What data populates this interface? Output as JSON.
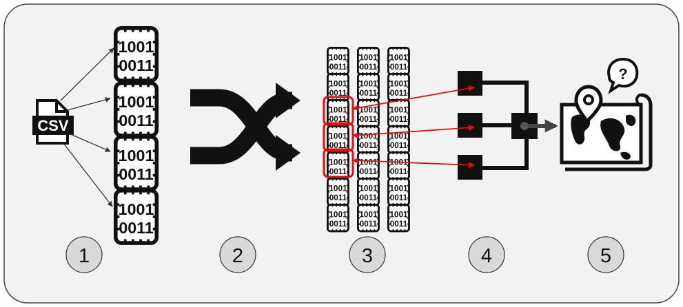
{
  "diagram": {
    "steps": [
      {
        "number": "1"
      },
      {
        "number": "2"
      },
      {
        "number": "3"
      },
      {
        "number": "4"
      },
      {
        "number": "5"
      }
    ],
    "csv_icon_label": "CSV",
    "binary_icon_text": {
      "top": "1001",
      "bottom": "0011"
    },
    "map_question_mark": "?",
    "colors": {
      "panel_fill": "#f2f2f2",
      "panel_stroke": "#444444",
      "icon": "#111111",
      "highlight": "#e01010",
      "step_circle_fill": "#d9d9d9"
    },
    "icons": [
      "csv-file-icon",
      "binary-file-icon",
      "shuffle-icon",
      "binary-grid",
      "network-icon",
      "map-location-icon"
    ]
  }
}
